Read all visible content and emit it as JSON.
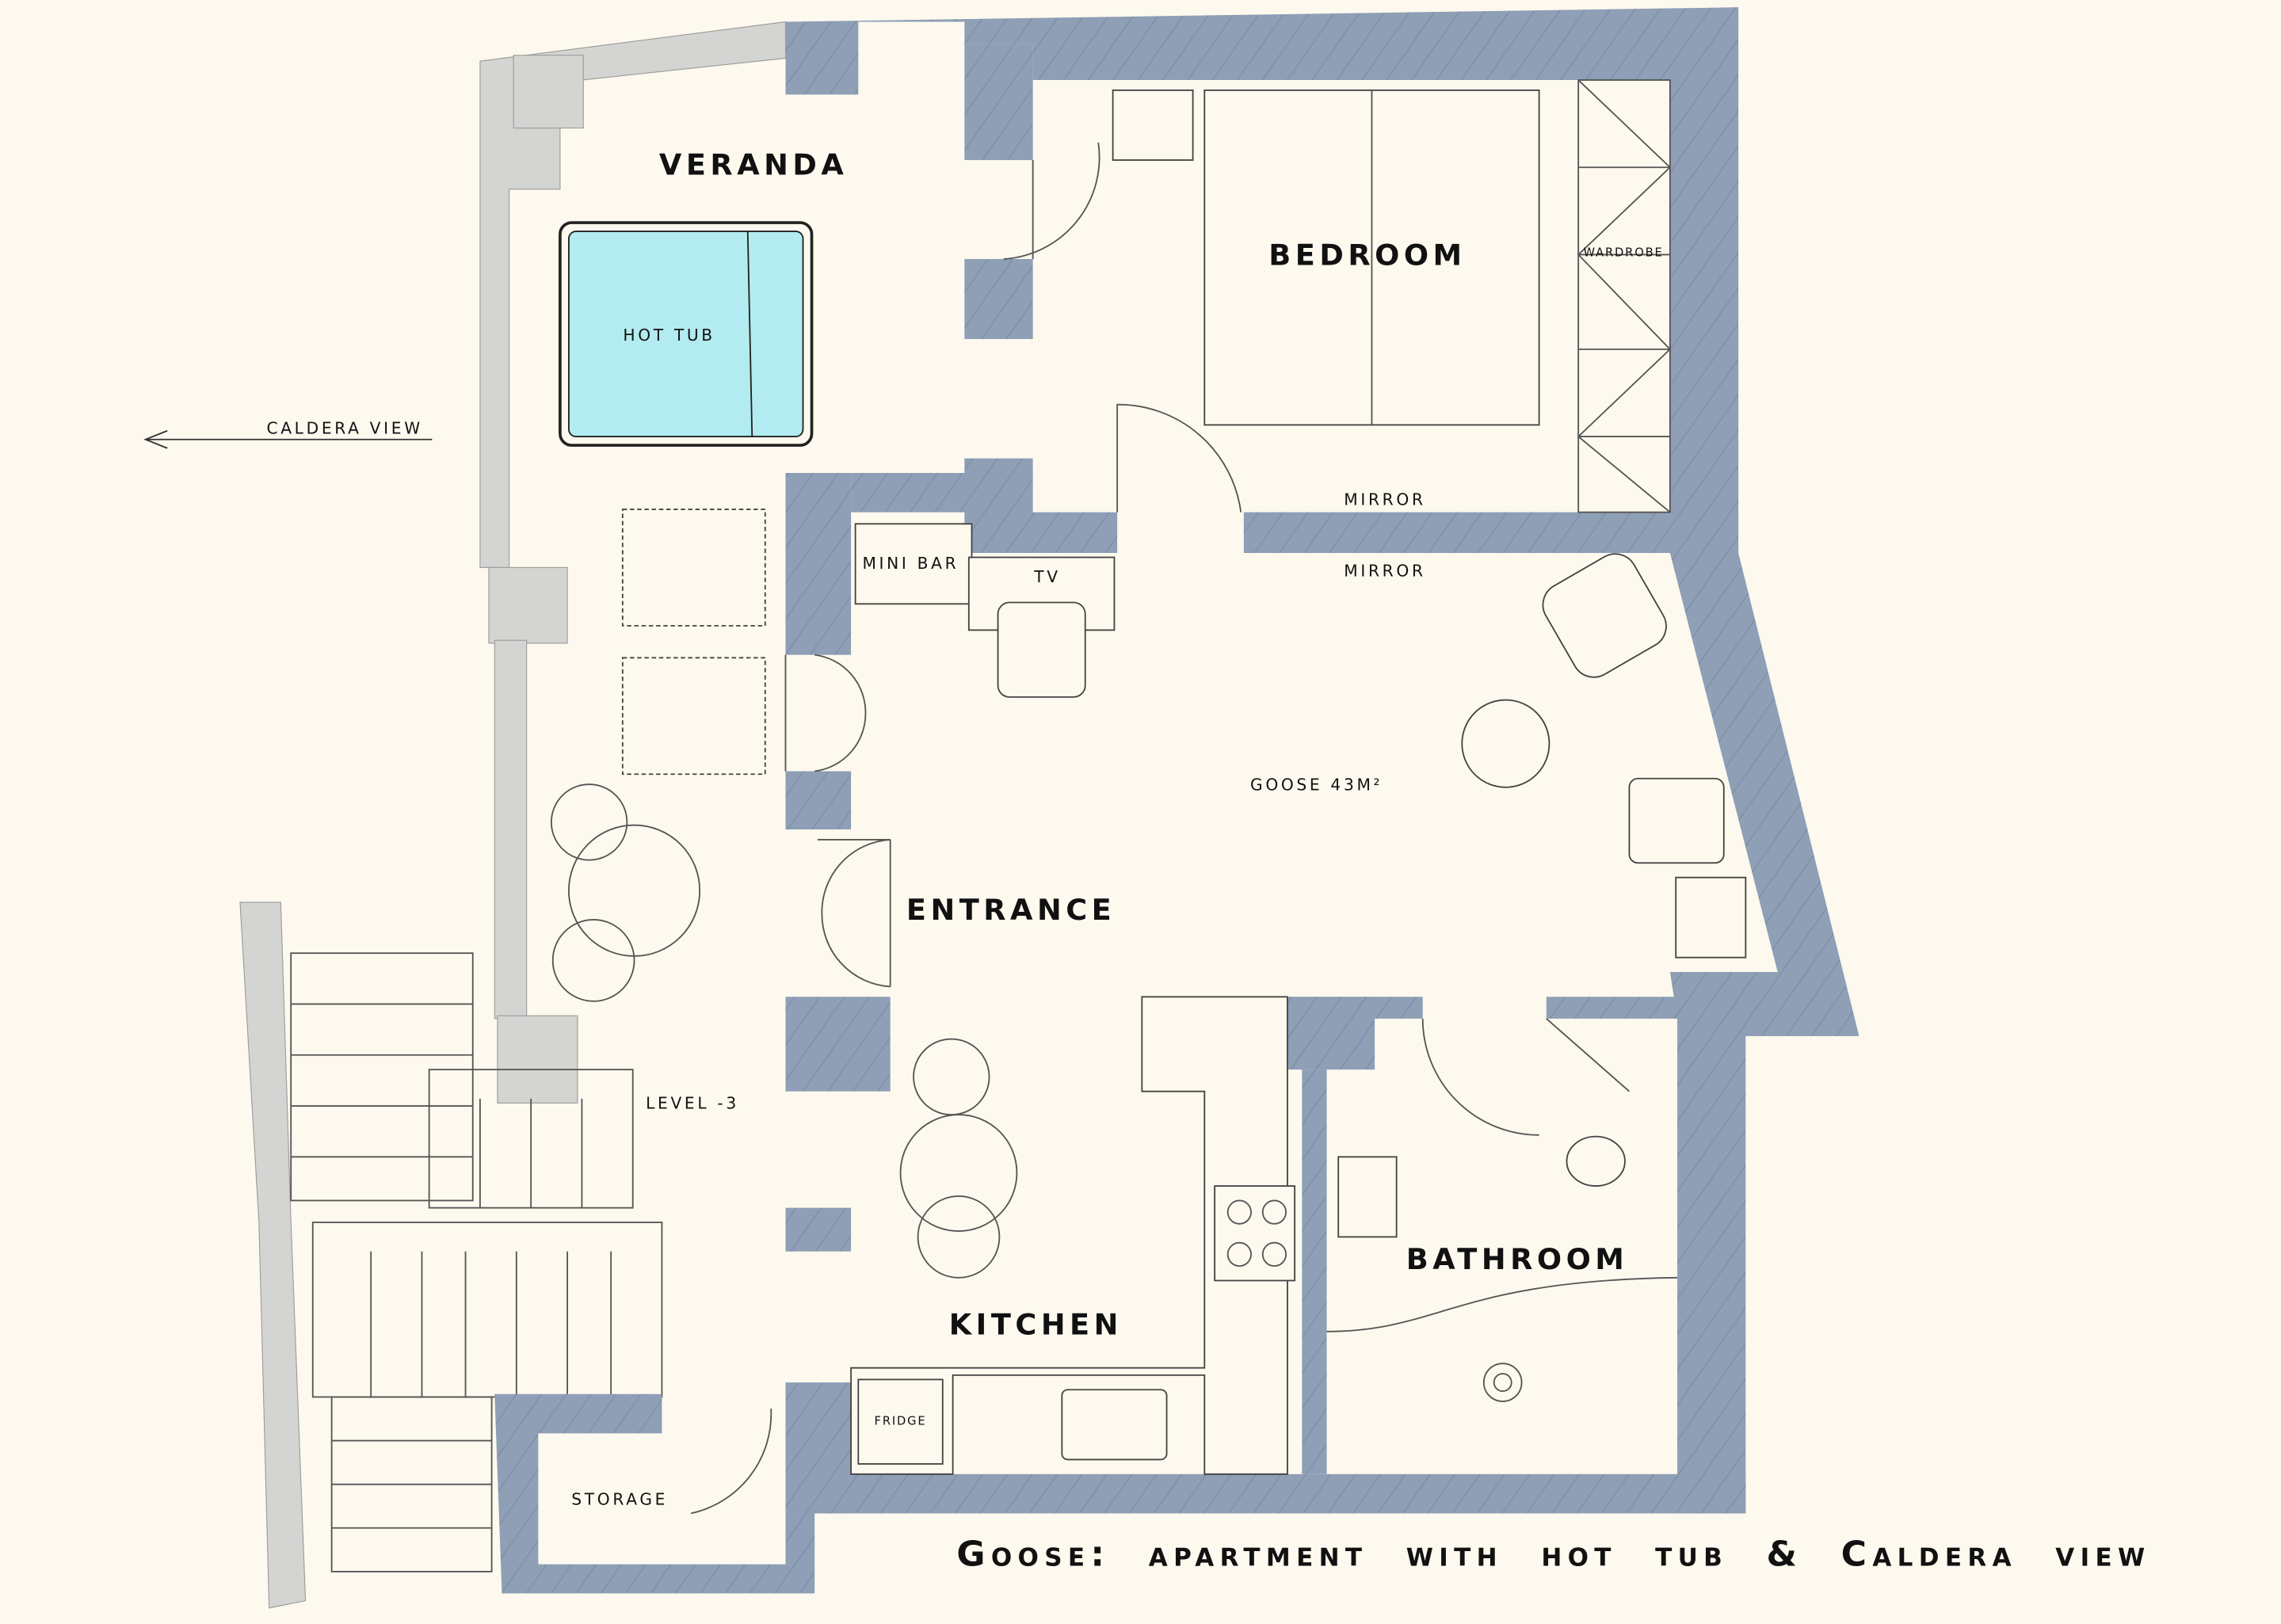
{
  "title": "Goose: apartment with hot tub & Caldera view",
  "colors": {
    "background": "#fdf9ee",
    "wall": "#8e9fb6",
    "hot_tub": "#b3ecf0",
    "parapet": "#d4d4d2"
  },
  "rooms": {
    "veranda": "VERANDA",
    "hot_tub": "HOT TUB",
    "bedroom": "BEDROOM",
    "wardrobe": "WARDROBE",
    "mirror_bedroom": "MIRROR",
    "mirror_living": "MIRROR",
    "mini_bar": "MINI BAR",
    "tv": "TV",
    "area": "GOOSE 43M²",
    "entrance": "ENTRANCE",
    "level": "LEVEL -3",
    "kitchen": "KITCHEN",
    "bathroom": "BATHROOM",
    "fridge": "FRIDGE",
    "storage": "STORAGE"
  },
  "caldera_view": {
    "label": "CALDERA VIEW",
    "arrow": "left-arrow-icon"
  }
}
